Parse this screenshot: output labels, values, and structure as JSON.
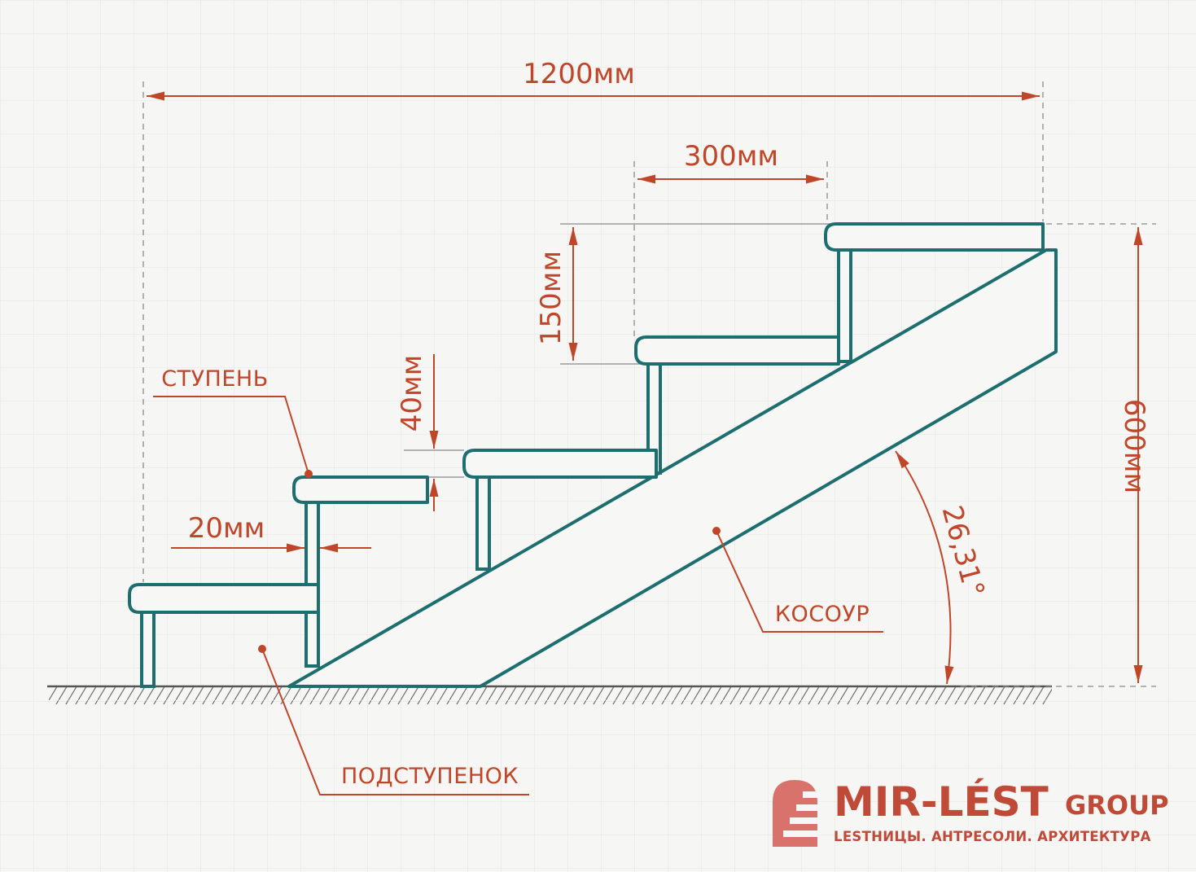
{
  "dimensions": {
    "total_length": "1200мм",
    "tread_depth": "300мм",
    "riser_height": "150мм",
    "tread_thickness": "40мм",
    "riser_thickness": "20мм",
    "total_height": "600мм",
    "angle": "26,31°"
  },
  "labels": {
    "tread": "СТУПЕНЬ",
    "stringer": "КОСОУР",
    "riser": "ПОДСТУПЕНОК"
  },
  "brand": {
    "name": "MIR-LÉST",
    "group": "GROUP",
    "tagline": "LESTHИЦЫ. АНТРЕСОЛИ. АРХИТЕКТУРА"
  },
  "colors": {
    "structure": "#1d6f6f",
    "annotation": "#c0462a",
    "logo": "#d9726a",
    "background": "#f6f6f4"
  }
}
